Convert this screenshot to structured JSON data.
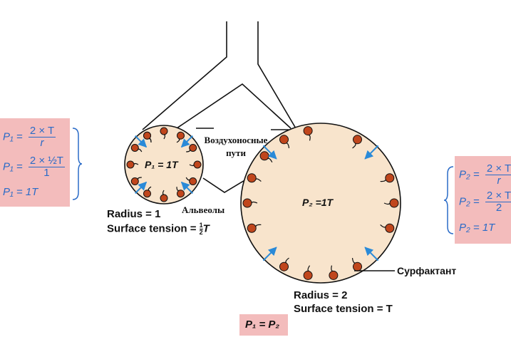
{
  "labels": {
    "airways": "Воздухоносные пути",
    "alveoli": "Альвеолы",
    "surfactant": "Сурфактант"
  },
  "small_alveolus": {
    "pressure_label": "P₁ = 1T",
    "radius": "Radius = 1",
    "tension_prefix": "Surface tension = ",
    "tension_num": "1",
    "tension_den": "2",
    "tension_unit": "T"
  },
  "large_alveolus": {
    "pressure_label": "P₂ =1T",
    "radius": "Radius = 2",
    "tension": "Surface tension = T"
  },
  "left_box": {
    "line1_lhs": "P₁ =",
    "line1_num": "2 × T",
    "line1_den": "r",
    "line2_lhs": "P₁ =",
    "line2_num": "2 × ½T",
    "line2_den": "1",
    "line3": "P₁ = 1T"
  },
  "right_box": {
    "line1_lhs": "P₂ =",
    "line1_num": "2 × T",
    "line1_den": "r",
    "line2_lhs": "P₂ =",
    "line2_num": "2 × T",
    "line2_den": "2",
    "line3": "P₂ = 1T"
  },
  "equality": "P₁ = P₂",
  "colors": {
    "alveolus_fill": "#f8e4cc",
    "box_fill": "#f3bcbc",
    "formula_text": "#2a6bc7",
    "arrow": "#2a8ad8",
    "surfactant_head": "#c0461c"
  }
}
